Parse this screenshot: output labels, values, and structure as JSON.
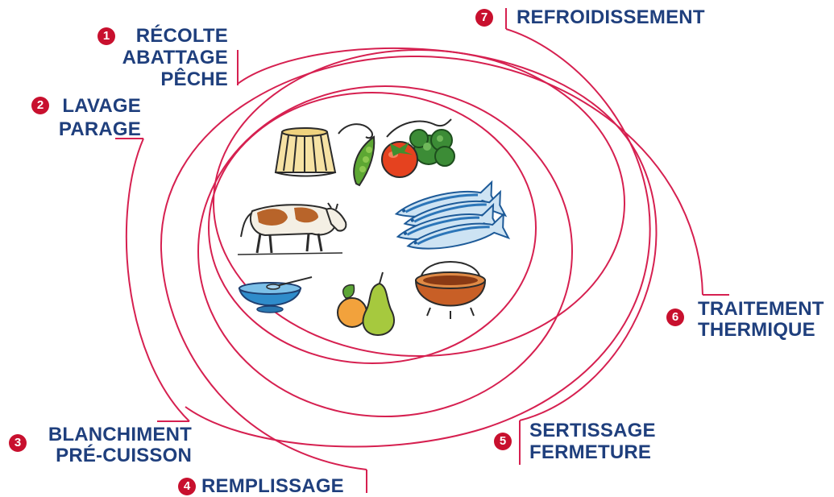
{
  "steps": [
    {
      "number": "1",
      "lines": [
        "RÉCOLTE",
        "ABATTAGE",
        "PÊCHE"
      ]
    },
    {
      "number": "2",
      "lines": [
        "LAVAGE",
        "PARAGE"
      ]
    },
    {
      "number": "3",
      "lines": [
        "BLANCHIMENT",
        "PRÉ-CUISSON"
      ]
    },
    {
      "number": "4",
      "lines": [
        "REMPLISSAGE"
      ]
    },
    {
      "number": "5",
      "lines": [
        "SERTISSAGE",
        "FERMETURE"
      ]
    },
    {
      "number": "6",
      "lines": [
        "TRAITEMENT",
        "THERMIQUE"
      ]
    },
    {
      "number": "7",
      "lines": [
        "REFROIDISSEMENT"
      ]
    }
  ],
  "colors": {
    "label_text": "#1f3f7d",
    "badge": "#c8102e",
    "badge_number": "#ffffff",
    "cycle_lines": "#d62050"
  },
  "illustrations": [
    "basket-icon",
    "vegetables-icon",
    "fish-icon",
    "cow-icon",
    "bowl-icon",
    "pears-icon",
    "pot-icon"
  ]
}
